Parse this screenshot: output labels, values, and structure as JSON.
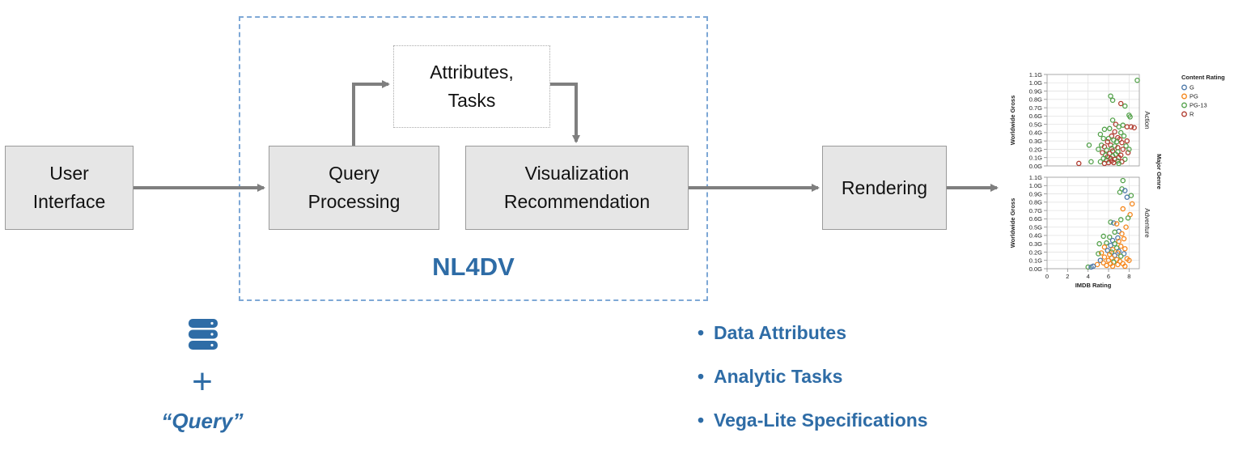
{
  "boxes": {
    "user_interface": [
      "User",
      "Interface"
    ],
    "query_processing": [
      "Query",
      "Processing"
    ],
    "attributes_tasks": [
      "Attributes,",
      "Tasks"
    ],
    "visualization_recommendation": [
      "Visualization",
      "Recommendation"
    ],
    "rendering": "Rendering"
  },
  "frame_label": "NL4DV",
  "input": {
    "icon": "database-icon",
    "plus": "+",
    "query": "“Query”"
  },
  "outputs": [
    "Data Attributes",
    "Analytic Tasks",
    "Vega-Lite Specifications"
  ],
  "colors": {
    "accent": "#2e6ca6",
    "box_fill": "#e6e6e6",
    "arrow": "#7f7f7f",
    "frame_dash": "#7ea8d6"
  },
  "chart_data": {
    "type": "scatter",
    "xlabel": "IMDB Rating",
    "ylabel": "Worldwide Gross",
    "facet_label": "Major Genre",
    "x_ticks": [
      "0",
      "2",
      "4",
      "6",
      "8"
    ],
    "xlim": [
      0,
      9
    ],
    "y_ticks": [
      "0.0G",
      "0.1G",
      "0.2G",
      "0.3G",
      "0.4G",
      "0.5G",
      "0.6G",
      "0.7G",
      "0.8G",
      "0.9G",
      "1.0G",
      "1.1G"
    ],
    "ylim": [
      0,
      1.1
    ],
    "legend": {
      "title": "Content Rating",
      "entries": [
        {
          "name": "G",
          "color": "#4c78a8"
        },
        {
          "name": "PG",
          "color": "#f58518"
        },
        {
          "name": "PG-13",
          "color": "#54a24b"
        },
        {
          "name": "R",
          "color": "#b03a2e"
        }
      ],
      "placement": "right"
    },
    "facets": [
      {
        "name": "Action",
        "points": [
          {
            "x": 8.8,
            "y": 1.03,
            "r": "PG-13"
          },
          {
            "x": 6.2,
            "y": 0.84,
            "r": "PG-13"
          },
          {
            "x": 6.4,
            "y": 0.79,
            "r": "PG-13"
          },
          {
            "x": 7.2,
            "y": 0.75,
            "r": "R"
          },
          {
            "x": 7.6,
            "y": 0.72,
            "r": "PG-13"
          },
          {
            "x": 8.0,
            "y": 0.61,
            "r": "PG-13"
          },
          {
            "x": 8.1,
            "y": 0.59,
            "r": "PG-13"
          },
          {
            "x": 6.4,
            "y": 0.55,
            "r": "PG-13"
          },
          {
            "x": 6.7,
            "y": 0.5,
            "r": "R"
          },
          {
            "x": 7.4,
            "y": 0.49,
            "r": "PG-13"
          },
          {
            "x": 7.0,
            "y": 0.47,
            "r": "PG-13"
          },
          {
            "x": 8.2,
            "y": 0.47,
            "r": "R"
          },
          {
            "x": 7.8,
            "y": 0.47,
            "r": "R"
          },
          {
            "x": 8.5,
            "y": 0.46,
            "r": "R"
          },
          {
            "x": 6.1,
            "y": 0.45,
            "r": "PG-13"
          },
          {
            "x": 5.6,
            "y": 0.44,
            "r": "PG-13"
          },
          {
            "x": 6.6,
            "y": 0.41,
            "r": "R"
          },
          {
            "x": 7.2,
            "y": 0.4,
            "r": "PG-13"
          },
          {
            "x": 5.2,
            "y": 0.38,
            "r": "PG-13"
          },
          {
            "x": 6.3,
            "y": 0.36,
            "r": "R"
          },
          {
            "x": 7.5,
            "y": 0.36,
            "r": "PG-13"
          },
          {
            "x": 6.9,
            "y": 0.34,
            "r": "R"
          },
          {
            "x": 5.5,
            "y": 0.33,
            "r": "PG-13"
          },
          {
            "x": 6.0,
            "y": 0.33,
            "r": "PG-13"
          },
          {
            "x": 7.1,
            "y": 0.32,
            "r": "R"
          },
          {
            "x": 6.5,
            "y": 0.31,
            "r": "PG-13"
          },
          {
            "x": 5.9,
            "y": 0.29,
            "r": "R"
          },
          {
            "x": 6.8,
            "y": 0.29,
            "r": "PG-13"
          },
          {
            "x": 7.3,
            "y": 0.28,
            "r": "R"
          },
          {
            "x": 4.1,
            "y": 0.25,
            "r": "PG-13"
          },
          {
            "x": 5.3,
            "y": 0.25,
            "r": "PG-13"
          },
          {
            "x": 6.2,
            "y": 0.25,
            "r": "R"
          },
          {
            "x": 6.6,
            "y": 0.24,
            "r": "PG-13"
          },
          {
            "x": 7.7,
            "y": 0.24,
            "r": "PG-13"
          },
          {
            "x": 5.6,
            "y": 0.23,
            "r": "R"
          },
          {
            "x": 6.9,
            "y": 0.22,
            "r": "R"
          },
          {
            "x": 6.3,
            "y": 0.21,
            "r": "PG-13"
          },
          {
            "x": 5.0,
            "y": 0.2,
            "r": "PG-13"
          },
          {
            "x": 7.4,
            "y": 0.2,
            "r": "R"
          },
          {
            "x": 5.8,
            "y": 0.19,
            "r": "PG-13"
          },
          {
            "x": 6.4,
            "y": 0.18,
            "r": "R"
          },
          {
            "x": 6.9,
            "y": 0.17,
            "r": "PG-13"
          },
          {
            "x": 5.4,
            "y": 0.16,
            "r": "R"
          },
          {
            "x": 7.9,
            "y": 0.16,
            "r": "R"
          },
          {
            "x": 6.1,
            "y": 0.15,
            "r": "R"
          },
          {
            "x": 6.7,
            "y": 0.14,
            "r": "PG-13"
          },
          {
            "x": 5.7,
            "y": 0.13,
            "r": "PG-13"
          },
          {
            "x": 7.2,
            "y": 0.13,
            "r": "R"
          },
          {
            "x": 6.4,
            "y": 0.12,
            "r": "PG-13"
          },
          {
            "x": 5.9,
            "y": 0.11,
            "r": "R"
          },
          {
            "x": 7.0,
            "y": 0.1,
            "r": "R"
          },
          {
            "x": 6.2,
            "y": 0.09,
            "r": "R"
          },
          {
            "x": 5.5,
            "y": 0.09,
            "r": "PG-13"
          },
          {
            "x": 6.6,
            "y": 0.08,
            "r": "R"
          },
          {
            "x": 7.6,
            "y": 0.08,
            "r": "PG-13"
          },
          {
            "x": 5.8,
            "y": 0.07,
            "r": "PG-13"
          },
          {
            "x": 6.3,
            "y": 0.06,
            "r": "R"
          },
          {
            "x": 6.9,
            "y": 0.06,
            "r": "PG-13"
          },
          {
            "x": 7.3,
            "y": 0.05,
            "r": "R"
          },
          {
            "x": 5.2,
            "y": 0.05,
            "r": "PG-13"
          },
          {
            "x": 6.0,
            "y": 0.04,
            "r": "R"
          },
          {
            "x": 6.5,
            "y": 0.04,
            "r": "R"
          },
          {
            "x": 5.6,
            "y": 0.03,
            "r": "R"
          },
          {
            "x": 7.0,
            "y": 0.03,
            "r": "PG-13"
          },
          {
            "x": 3.1,
            "y": 0.03,
            "r": "R"
          },
          {
            "x": 4.3,
            "y": 0.05,
            "r": "PG-13"
          },
          {
            "x": 8.0,
            "y": 0.2,
            "r": "PG-13"
          },
          {
            "x": 7.8,
            "y": 0.3,
            "r": "R"
          }
        ]
      },
      {
        "name": "Adventure",
        "points": [
          {
            "x": 7.4,
            "y": 1.06,
            "r": "PG-13"
          },
          {
            "x": 7.3,
            "y": 0.96,
            "r": "PG-13"
          },
          {
            "x": 7.6,
            "y": 0.94,
            "r": "G"
          },
          {
            "x": 7.1,
            "y": 0.92,
            "r": "PG-13"
          },
          {
            "x": 8.2,
            "y": 0.88,
            "r": "PG-13"
          },
          {
            "x": 7.8,
            "y": 0.86,
            "r": "G"
          },
          {
            "x": 8.3,
            "y": 0.78,
            "r": "PG"
          },
          {
            "x": 7.4,
            "y": 0.72,
            "r": "PG"
          },
          {
            "x": 8.1,
            "y": 0.65,
            "r": "PG"
          },
          {
            "x": 7.9,
            "y": 0.61,
            "r": "PG-13"
          },
          {
            "x": 7.2,
            "y": 0.59,
            "r": "PG-13"
          },
          {
            "x": 6.2,
            "y": 0.56,
            "r": "PG-13"
          },
          {
            "x": 6.5,
            "y": 0.55,
            "r": "G"
          },
          {
            "x": 6.8,
            "y": 0.54,
            "r": "PG"
          },
          {
            "x": 7.7,
            "y": 0.5,
            "r": "PG"
          },
          {
            "x": 7.0,
            "y": 0.45,
            "r": "G"
          },
          {
            "x": 6.6,
            "y": 0.44,
            "r": "PG-13"
          },
          {
            "x": 7.3,
            "y": 0.42,
            "r": "PG"
          },
          {
            "x": 5.5,
            "y": 0.39,
            "r": "PG-13"
          },
          {
            "x": 6.1,
            "y": 0.38,
            "r": "PG-13"
          },
          {
            "x": 6.9,
            "y": 0.37,
            "r": "G"
          },
          {
            "x": 7.5,
            "y": 0.36,
            "r": "PG"
          },
          {
            "x": 6.4,
            "y": 0.34,
            "r": "G"
          },
          {
            "x": 7.0,
            "y": 0.33,
            "r": "PG"
          },
          {
            "x": 5.8,
            "y": 0.31,
            "r": "PG-13"
          },
          {
            "x": 6.6,
            "y": 0.3,
            "r": "PG-13"
          },
          {
            "x": 6.2,
            "y": 0.28,
            "r": "G"
          },
          {
            "x": 7.2,
            "y": 0.27,
            "r": "PG"
          },
          {
            "x": 5.6,
            "y": 0.26,
            "r": "PG"
          },
          {
            "x": 6.8,
            "y": 0.25,
            "r": "PG-13"
          },
          {
            "x": 7.6,
            "y": 0.24,
            "r": "PG"
          },
          {
            "x": 6.4,
            "y": 0.23,
            "r": "PG"
          },
          {
            "x": 5.9,
            "y": 0.22,
            "r": "G"
          },
          {
            "x": 7.0,
            "y": 0.21,
            "r": "G"
          },
          {
            "x": 6.3,
            "y": 0.2,
            "r": "PG-13"
          },
          {
            "x": 5.3,
            "y": 0.19,
            "r": "PG"
          },
          {
            "x": 6.9,
            "y": 0.19,
            "r": "PG"
          },
          {
            "x": 7.5,
            "y": 0.18,
            "r": "G"
          },
          {
            "x": 5.0,
            "y": 0.18,
            "r": "PG-13"
          },
          {
            "x": 6.1,
            "y": 0.17,
            "r": "PG"
          },
          {
            "x": 6.6,
            "y": 0.16,
            "r": "G"
          },
          {
            "x": 7.2,
            "y": 0.15,
            "r": "PG-13"
          },
          {
            "x": 5.6,
            "y": 0.14,
            "r": "PG"
          },
          {
            "x": 6.3,
            "y": 0.13,
            "r": "PG"
          },
          {
            "x": 7.8,
            "y": 0.12,
            "r": "PG"
          },
          {
            "x": 6.8,
            "y": 0.11,
            "r": "PG"
          },
          {
            "x": 5.2,
            "y": 0.1,
            "r": "G"
          },
          {
            "x": 6.0,
            "y": 0.1,
            "r": "PG"
          },
          {
            "x": 7.1,
            "y": 0.09,
            "r": "PG"
          },
          {
            "x": 6.5,
            "y": 0.08,
            "r": "PG-13"
          },
          {
            "x": 5.5,
            "y": 0.07,
            "r": "PG"
          },
          {
            "x": 7.4,
            "y": 0.06,
            "r": "PG"
          },
          {
            "x": 6.2,
            "y": 0.06,
            "r": "PG"
          },
          {
            "x": 4.9,
            "y": 0.05,
            "r": "PG"
          },
          {
            "x": 6.9,
            "y": 0.05,
            "r": "PG"
          },
          {
            "x": 5.8,
            "y": 0.04,
            "r": "PG"
          },
          {
            "x": 4.5,
            "y": 0.03,
            "r": "G"
          },
          {
            "x": 4.0,
            "y": 0.02,
            "r": "PG-13"
          },
          {
            "x": 4.3,
            "y": 0.02,
            "r": "G"
          },
          {
            "x": 6.4,
            "y": 0.03,
            "r": "PG"
          },
          {
            "x": 7.6,
            "y": 0.03,
            "r": "PG"
          },
          {
            "x": 8.0,
            "y": 0.1,
            "r": "PG"
          },
          {
            "x": 5.1,
            "y": 0.3,
            "r": "PG-13"
          }
        ]
      }
    ]
  }
}
